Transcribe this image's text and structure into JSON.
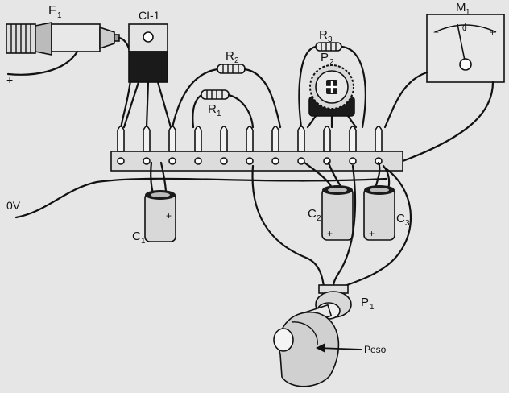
{
  "labels": {
    "fuse": "F",
    "fuse_sub": "1",
    "ic": "CI-1",
    "r1": "R",
    "r1_sub": "1",
    "r2": "R",
    "r2_sub": "2",
    "r3": "R",
    "r3_sub": "3",
    "p2": "P",
    "p2_sub": "2",
    "meter": "M",
    "meter_sub": "1",
    "meter_zero": "0",
    "meter_minus": "−",
    "meter_plus": "+",
    "c1": "C",
    "c1_sub": "1",
    "c2": "C",
    "c2_sub": "2",
    "c3": "C",
    "c3_sub": "3",
    "p1": "P",
    "p1_sub": "1",
    "weight": "Peso",
    "ground": "0V",
    "plus_supply": "+",
    "plus_c1": "+",
    "plus_c2": "+",
    "plus_c3": "+"
  },
  "colors": {
    "ink": "#111111",
    "paper": "#e6e6e6",
    "component_light": "#d8d8d8",
    "component_dark": "#1a1a1a",
    "strip": "#dcdcdc"
  }
}
